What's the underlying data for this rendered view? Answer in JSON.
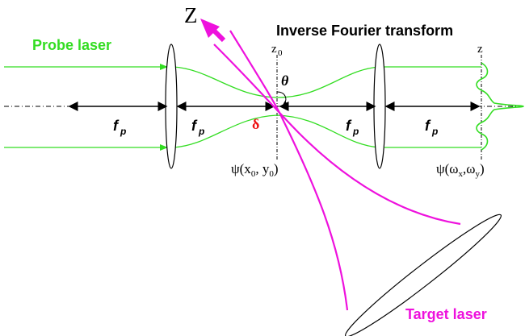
{
  "labels": {
    "probe": "Probe laser",
    "target": "Target laser",
    "inverse_ft": "Inverse Fourier transform",
    "z_axis": "Z",
    "z0": "z",
    "z0_sub": "0",
    "z_right": "z",
    "theta": "θ",
    "delta": "δ",
    "fp_f": "f",
    "fp_sub": "p",
    "psi_left": "ψ(x",
    "psi_left_sub1": "0",
    "psi_left_mid": ", y",
    "psi_left_sub2": "0",
    "psi_left_end": ")",
    "psi_right": "ψ(ω",
    "psi_right_sub1": "x",
    "psi_right_mid": ",ω",
    "psi_right_sub2": "y",
    "psi_right_end": ")"
  },
  "colors": {
    "probe": "#33dd22",
    "target": "#ee11dd",
    "delta": "#ee1111",
    "axis": "#000000"
  }
}
